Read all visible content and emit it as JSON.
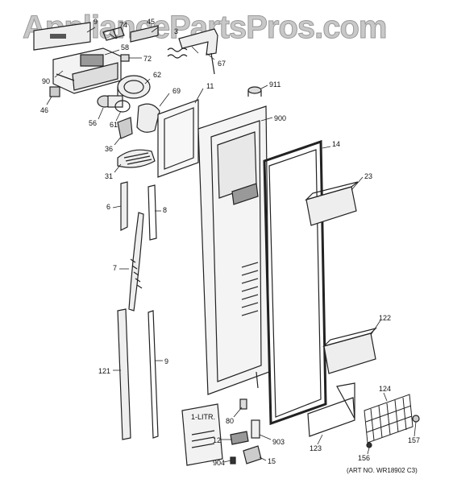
{
  "watermark": "AppliancePartsPros.com",
  "art_number": "(ART NO. WR18902 C3)",
  "booklet_text": "1-LITR.",
  "callouts": [
    {
      "id": "9a",
      "label": "9"
    },
    {
      "id": "74",
      "label": "74"
    },
    {
      "id": "45",
      "label": "45"
    },
    {
      "id": "3",
      "label": "3"
    },
    {
      "id": "67",
      "label": "67"
    },
    {
      "id": "58",
      "label": "58"
    },
    {
      "id": "72",
      "label": "72"
    },
    {
      "id": "90",
      "label": "90"
    },
    {
      "id": "62",
      "label": "62"
    },
    {
      "id": "46",
      "label": "46"
    },
    {
      "id": "69",
      "label": "69"
    },
    {
      "id": "11",
      "label": "11"
    },
    {
      "id": "911",
      "label": "911"
    },
    {
      "id": "56",
      "label": "56"
    },
    {
      "id": "61",
      "label": "61"
    },
    {
      "id": "900",
      "label": "900"
    },
    {
      "id": "36",
      "label": "36"
    },
    {
      "id": "14",
      "label": "14"
    },
    {
      "id": "31",
      "label": "31"
    },
    {
      "id": "23",
      "label": "23"
    },
    {
      "id": "6",
      "label": "6"
    },
    {
      "id": "8",
      "label": "8"
    },
    {
      "id": "7",
      "label": "7"
    },
    {
      "id": "122",
      "label": "122"
    },
    {
      "id": "121",
      "label": "121"
    },
    {
      "id": "9b",
      "label": "9"
    },
    {
      "id": "124",
      "label": "124"
    },
    {
      "id": "80",
      "label": "80"
    },
    {
      "id": "12",
      "label": "12"
    },
    {
      "id": "903",
      "label": "903"
    },
    {
      "id": "123",
      "label": "123"
    },
    {
      "id": "156",
      "label": "156"
    },
    {
      "id": "157",
      "label": "157"
    },
    {
      "id": "904",
      "label": "904"
    },
    {
      "id": "15",
      "label": "15"
    }
  ]
}
